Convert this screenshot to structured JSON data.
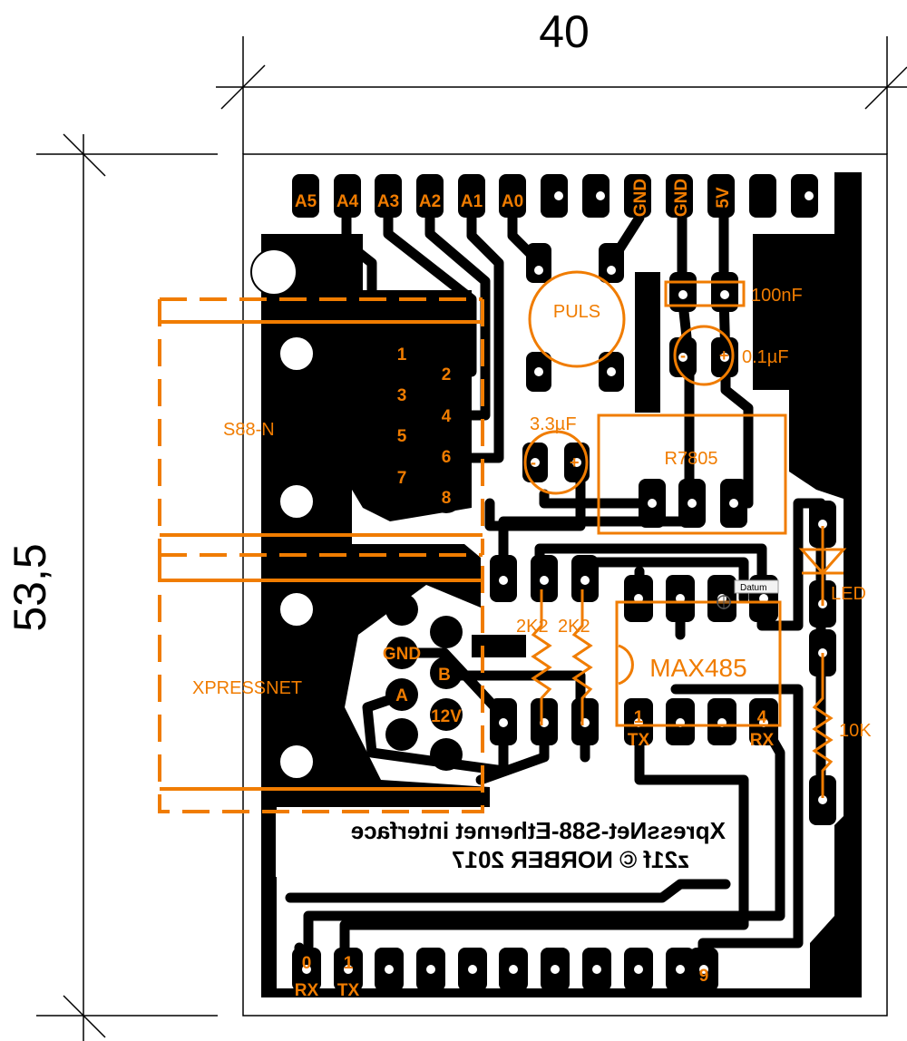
{
  "dimensions": {
    "width_label": "40",
    "height_label": "53,5"
  },
  "header_pins": [
    "A5",
    "A4",
    "A3",
    "A2",
    "A1",
    "A0",
    "GND",
    "GND",
    "5V"
  ],
  "s88_pins": [
    "1",
    "2",
    "3",
    "4",
    "5",
    "6",
    "7",
    "8"
  ],
  "xpressnet_pins": [
    "GND",
    "B",
    "A",
    "12V"
  ],
  "connectors": {
    "s88": "S88-N",
    "xpressnet": "XPRESSNET"
  },
  "components": {
    "puls": "PULS",
    "cap_100n": "100nF",
    "cap_01u": "0.1µF",
    "cap_33u": "3.3µF",
    "regulator": "R7805",
    "res_a": "2K2",
    "res_b": "2K2",
    "ic": "MAX485",
    "led": "LED",
    "res_10k": "10K",
    "datum": "Datum"
  },
  "ic_pins": {
    "pin1": "1",
    "tx": "TX",
    "pin4": "4",
    "rx": "RX"
  },
  "bottom_pins": {
    "p0": "0",
    "rx": "RX",
    "p1": "1",
    "tx": "TX",
    "p9": "9"
  },
  "board_text": {
    "line1": "XpressNet-S88-Ethernet interface",
    "line2": "z21f   © NORBER 2017"
  },
  "colors": {
    "copper": "#000000",
    "silkscreen": "#f07c00",
    "background": "#ffffff"
  }
}
